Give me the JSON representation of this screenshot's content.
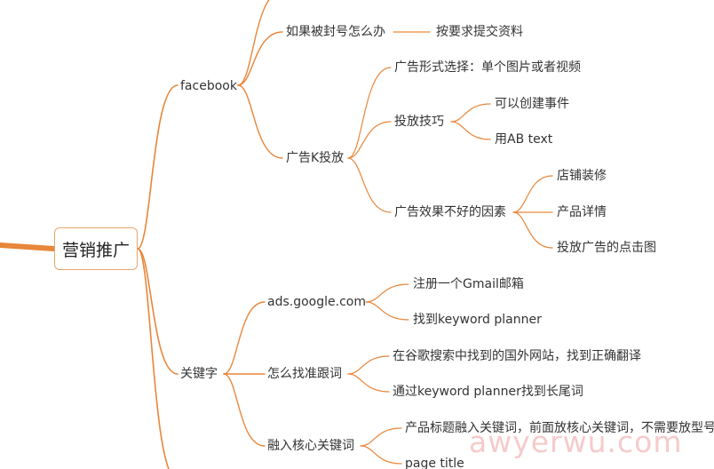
{
  "mindmap": {
    "root": "营销推广",
    "accent_color": "#e8863a",
    "nodes": {
      "facebook": "facebook",
      "banned": "如果被封号怎么办",
      "banned_answer": "按要求提交资料",
      "ads": "广告K投放",
      "ad_format": "广告形式选择：单个图片或者视频",
      "ad_tips": "投放技巧",
      "create_event": "可以创建事件",
      "ab_text": "用AB text",
      "bad_factors": "广告效果不好的因素",
      "store_decor": "店铺装修",
      "product_detail": "产品详情",
      "ad_click_map": "投放广告的点击图",
      "keywords": "关键字",
      "ads_google": "ads.google.com",
      "gmail": "注册一个Gmail邮箱",
      "keyword_planner": "找到keyword planner",
      "find_words": "怎么找准跟词",
      "foreign_sites": "在谷歌搜索中找到的国外网站，找到正确翻译",
      "long_tail": "通过keyword planner找到长尾词",
      "core_keywords": "融入核心关键词",
      "title_keywords": "产品标题融入关键词，前面放核心关键词，不需要放型号",
      "page_title": "page title"
    },
    "watermark": "awyerwu.com"
  }
}
